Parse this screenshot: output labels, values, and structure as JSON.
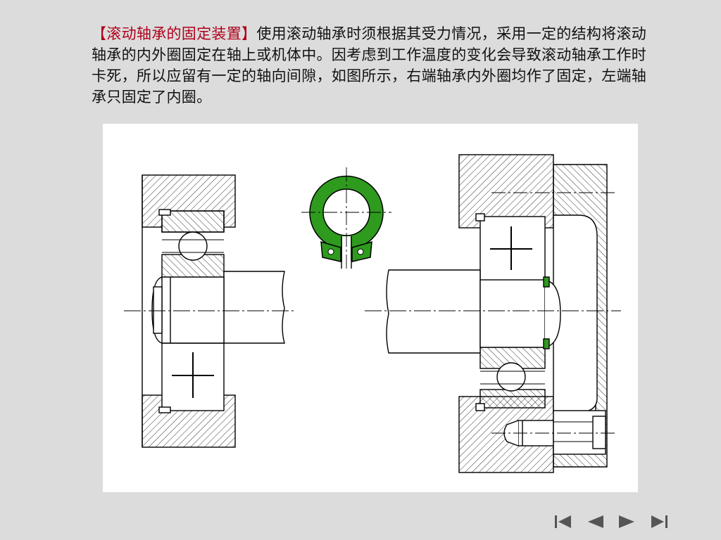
{
  "slide": {
    "heading": "【滚动轴承的固定装置】",
    "body": "使用滚动轴承时须根据其受力情况，采用一定的结构将滚动轴承的内外圈固定在轴上或机体中。因考虑到工作温度的变化会导致滚动轴承工作时卡死，所以应留有一定的轴向间隙，如图所示，右端轴承内外圈均作了固定，左端轴承只固定了内圈。",
    "heading_color": "#b0001a"
  },
  "figure": {
    "circlip_color": "#2e9a1e",
    "description_icon": "bearing-fixing-diagram"
  },
  "nav": {
    "buttons": [
      "first-icon",
      "prev-icon",
      "next-icon",
      "last-icon"
    ]
  }
}
